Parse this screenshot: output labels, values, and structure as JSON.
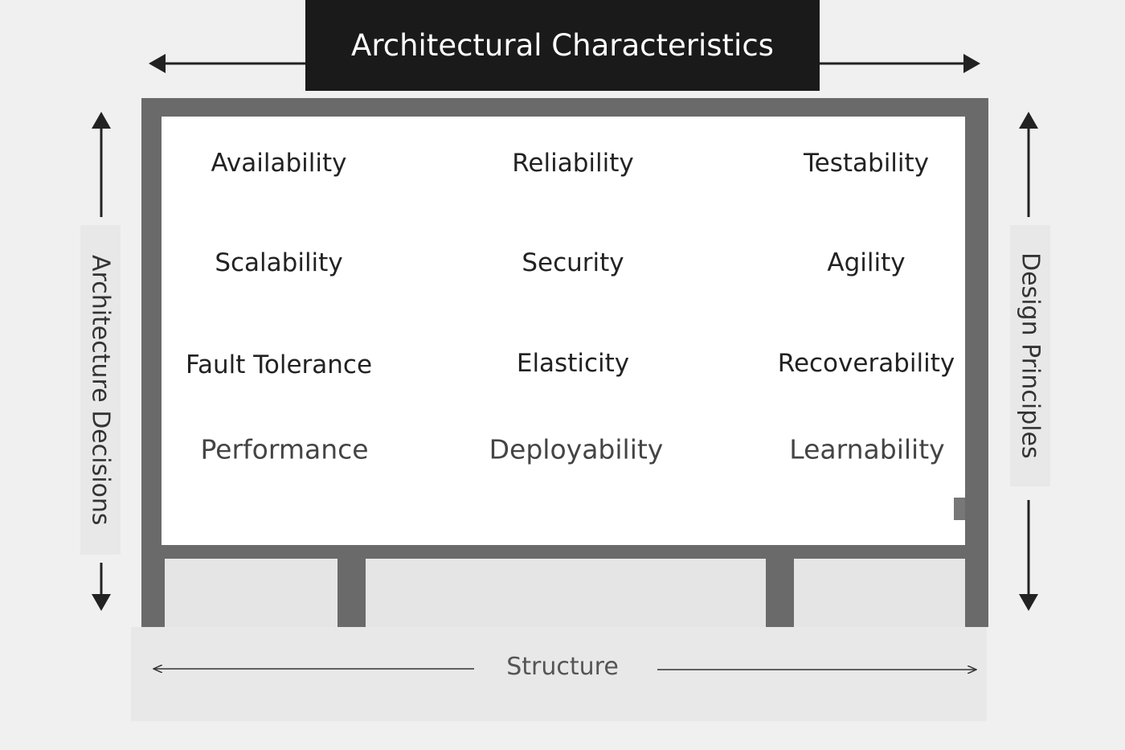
{
  "title": "Architectural Characteristics",
  "left_label": "Architecture Decisions",
  "right_label": "Design Principles",
  "bottom_label": "Structure",
  "characteristics": [
    [
      "Availability",
      "Reliability",
      "Testability"
    ],
    [
      "Scalability",
      "Security",
      "Agility"
    ],
    [
      "Fault Tolerance",
      "Elasticity",
      "Recoverability"
    ],
    [
      "Performance",
      "Deployability",
      "Learnability"
    ]
  ]
}
